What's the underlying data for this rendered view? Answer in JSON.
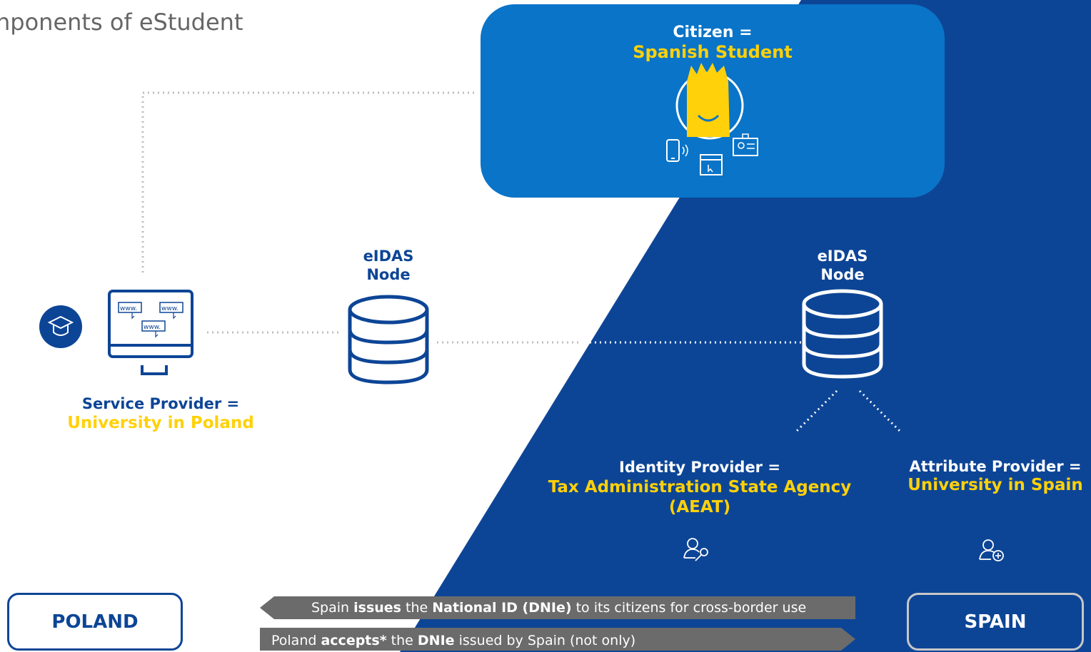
{
  "title": "nponents of eStudent",
  "citizen": {
    "label": "Citizen =",
    "value": "Spanish Student"
  },
  "nodes": {
    "left": {
      "line1": "eIDAS",
      "line2": "Node"
    },
    "right": {
      "line1": "eIDAS",
      "line2": "Node"
    }
  },
  "service_provider": {
    "label": "Service Provider =",
    "value": "University in Poland",
    "browser_text": "www."
  },
  "identity_provider": {
    "label": "Identity Provider =",
    "value_line1": "Tax Administration State Agency",
    "value_line2": "(AEAT)"
  },
  "attribute_provider": {
    "label": "Attribute Provider =",
    "value": "University in Spain"
  },
  "countries": {
    "left": "POLAND",
    "right": "SPAIN"
  },
  "banners": {
    "issues": {
      "p1": "Spain ",
      "b1": "issues",
      "p2": " the ",
      "b2": "National ID (DNIe)",
      "p3": " to its citizens for cross-border use"
    },
    "accepts": {
      "p1": "Poland ",
      "b1": "accepts*",
      "p2": " the ",
      "b2": "DNIe",
      "p3": " issued by Spain (not only)"
    }
  },
  "colors": {
    "navy": "#0d4596",
    "blue": "#0a74c8",
    "yellow": "#ffd10a",
    "grey": "#666666",
    "white": "#ffffff"
  }
}
